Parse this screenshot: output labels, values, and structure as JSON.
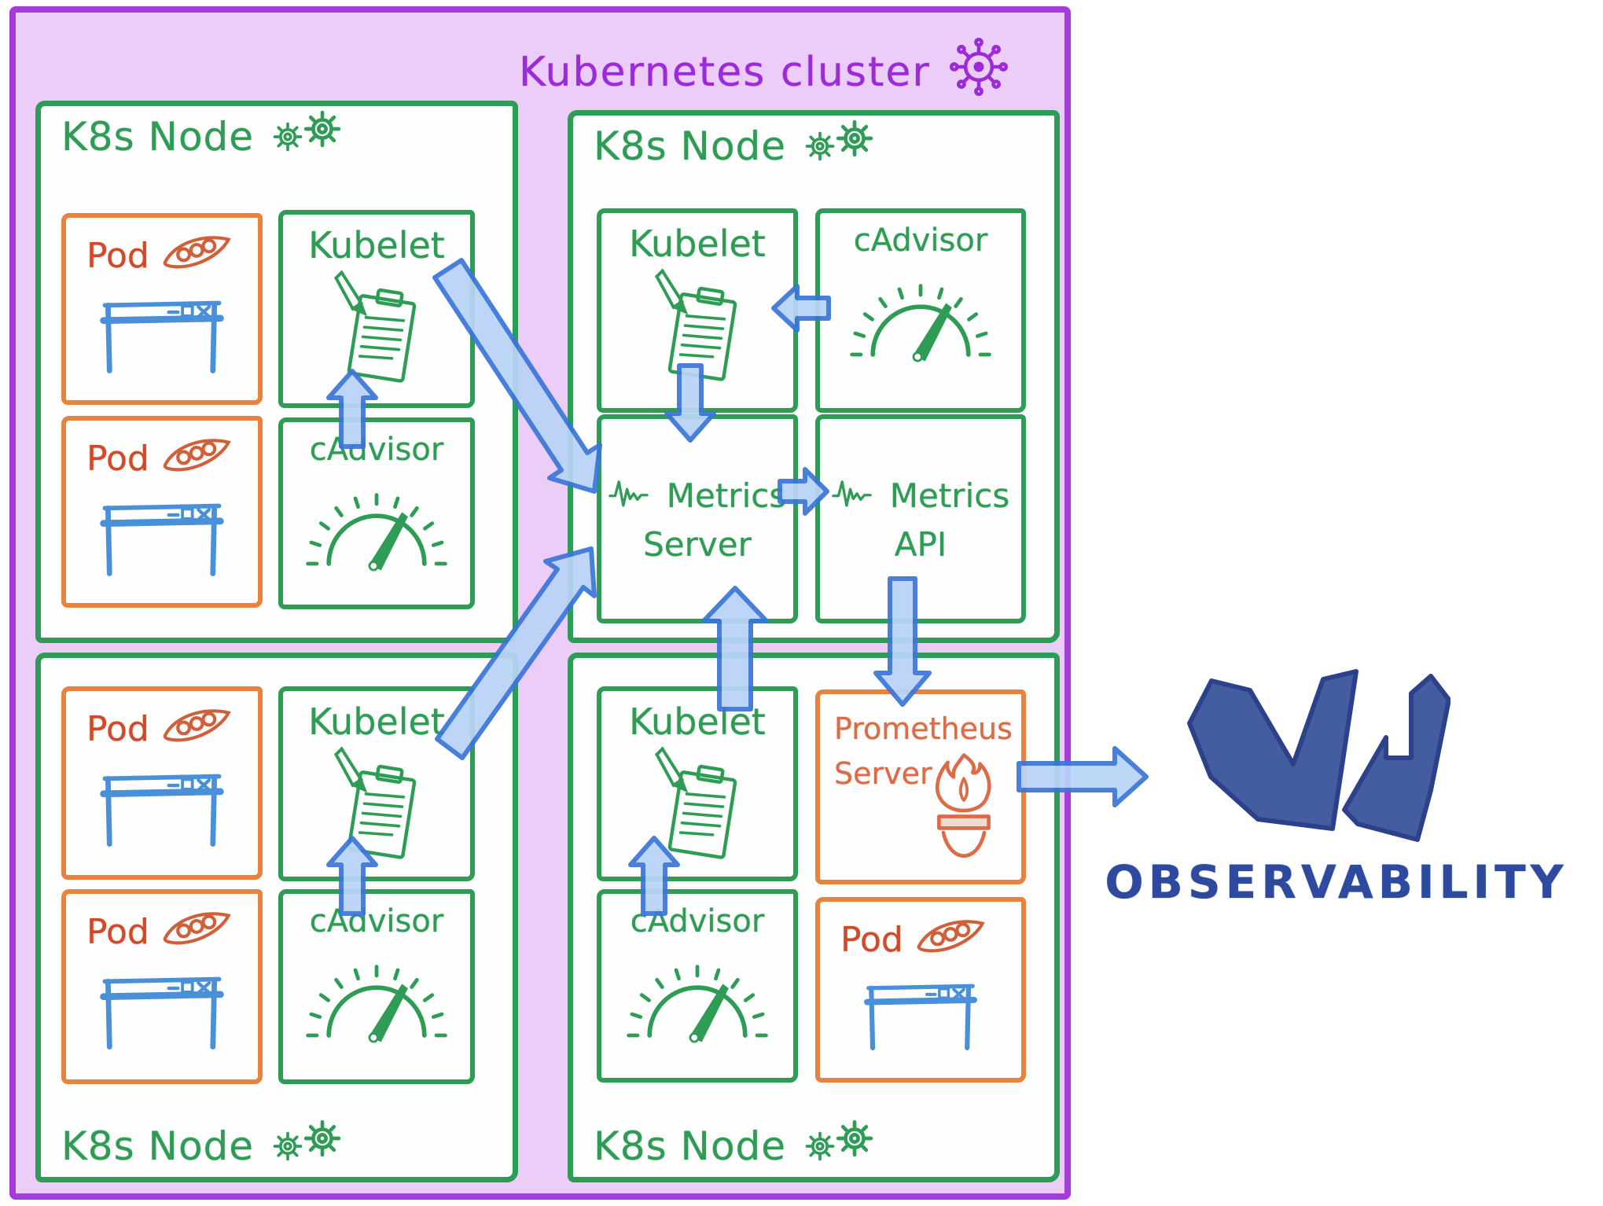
{
  "cluster": {
    "title": "Kubernetes cluster"
  },
  "nodes": [
    {
      "label": "K8s Node",
      "cells": {
        "pod1": {
          "label": "Pod"
        },
        "pod2": {
          "label": "Pod"
        },
        "kubelet": {
          "label": "Kubelet"
        },
        "cadvisor": {
          "label": "cAdvisor"
        }
      }
    },
    {
      "label": "K8s Node",
      "cells": {
        "kubelet": {
          "label": "Kubelet"
        },
        "cadvisor": {
          "label": "cAdvisor"
        },
        "metrics_server": {
          "line1": "Metrics",
          "line2": "Server"
        },
        "metrics_api": {
          "line1": "Metrics",
          "line2": "API"
        }
      }
    },
    {
      "label": "K8s Node",
      "cells": {
        "pod1": {
          "label": "Pod"
        },
        "pod2": {
          "label": "Pod"
        },
        "kubelet": {
          "label": "Kubelet"
        },
        "cadvisor": {
          "label": "cAdvisor"
        }
      }
    },
    {
      "label": "K8s Node",
      "cells": {
        "kubelet": {
          "label": "Kubelet"
        },
        "prometheus": {
          "line1": "Prometheus",
          "line2": "Server"
        },
        "cadvisor": {
          "label": "cAdvisor"
        },
        "pod": {
          "label": "Pod"
        }
      }
    }
  ],
  "observability": {
    "label": "OBSERVABILITY"
  },
  "icons": {
    "kubernetes_wheel": "ship-wheel-icon",
    "node_gears": "gears-icon",
    "pod_pea": "pea-pod-icon",
    "kubelet_clipboard": "clipboard-pencil-icon",
    "cadvisor_gauge": "gauge-icon",
    "metrics_heartbeat": "heartbeat-icon",
    "prometheus_flame": "torch-flame-icon",
    "pod_window": "app-window-icon",
    "observability_mark": "victoriametrics-logo"
  },
  "colors": {
    "cluster_border": "#A43BDC",
    "cluster_fill": "#EBCDF7",
    "title_purple": "#9B2BD8",
    "node_green": "#2E9C55",
    "pod_border_orange": "#E8823C",
    "pod_text_red": "#D04A2A",
    "window_blue": "#4A90D8",
    "arrow_fill": "#B9D4F7",
    "arrow_stroke": "#3B76D9",
    "prometheus_orange": "#DC6B47",
    "observability_navy": "#2E4A9E"
  }
}
